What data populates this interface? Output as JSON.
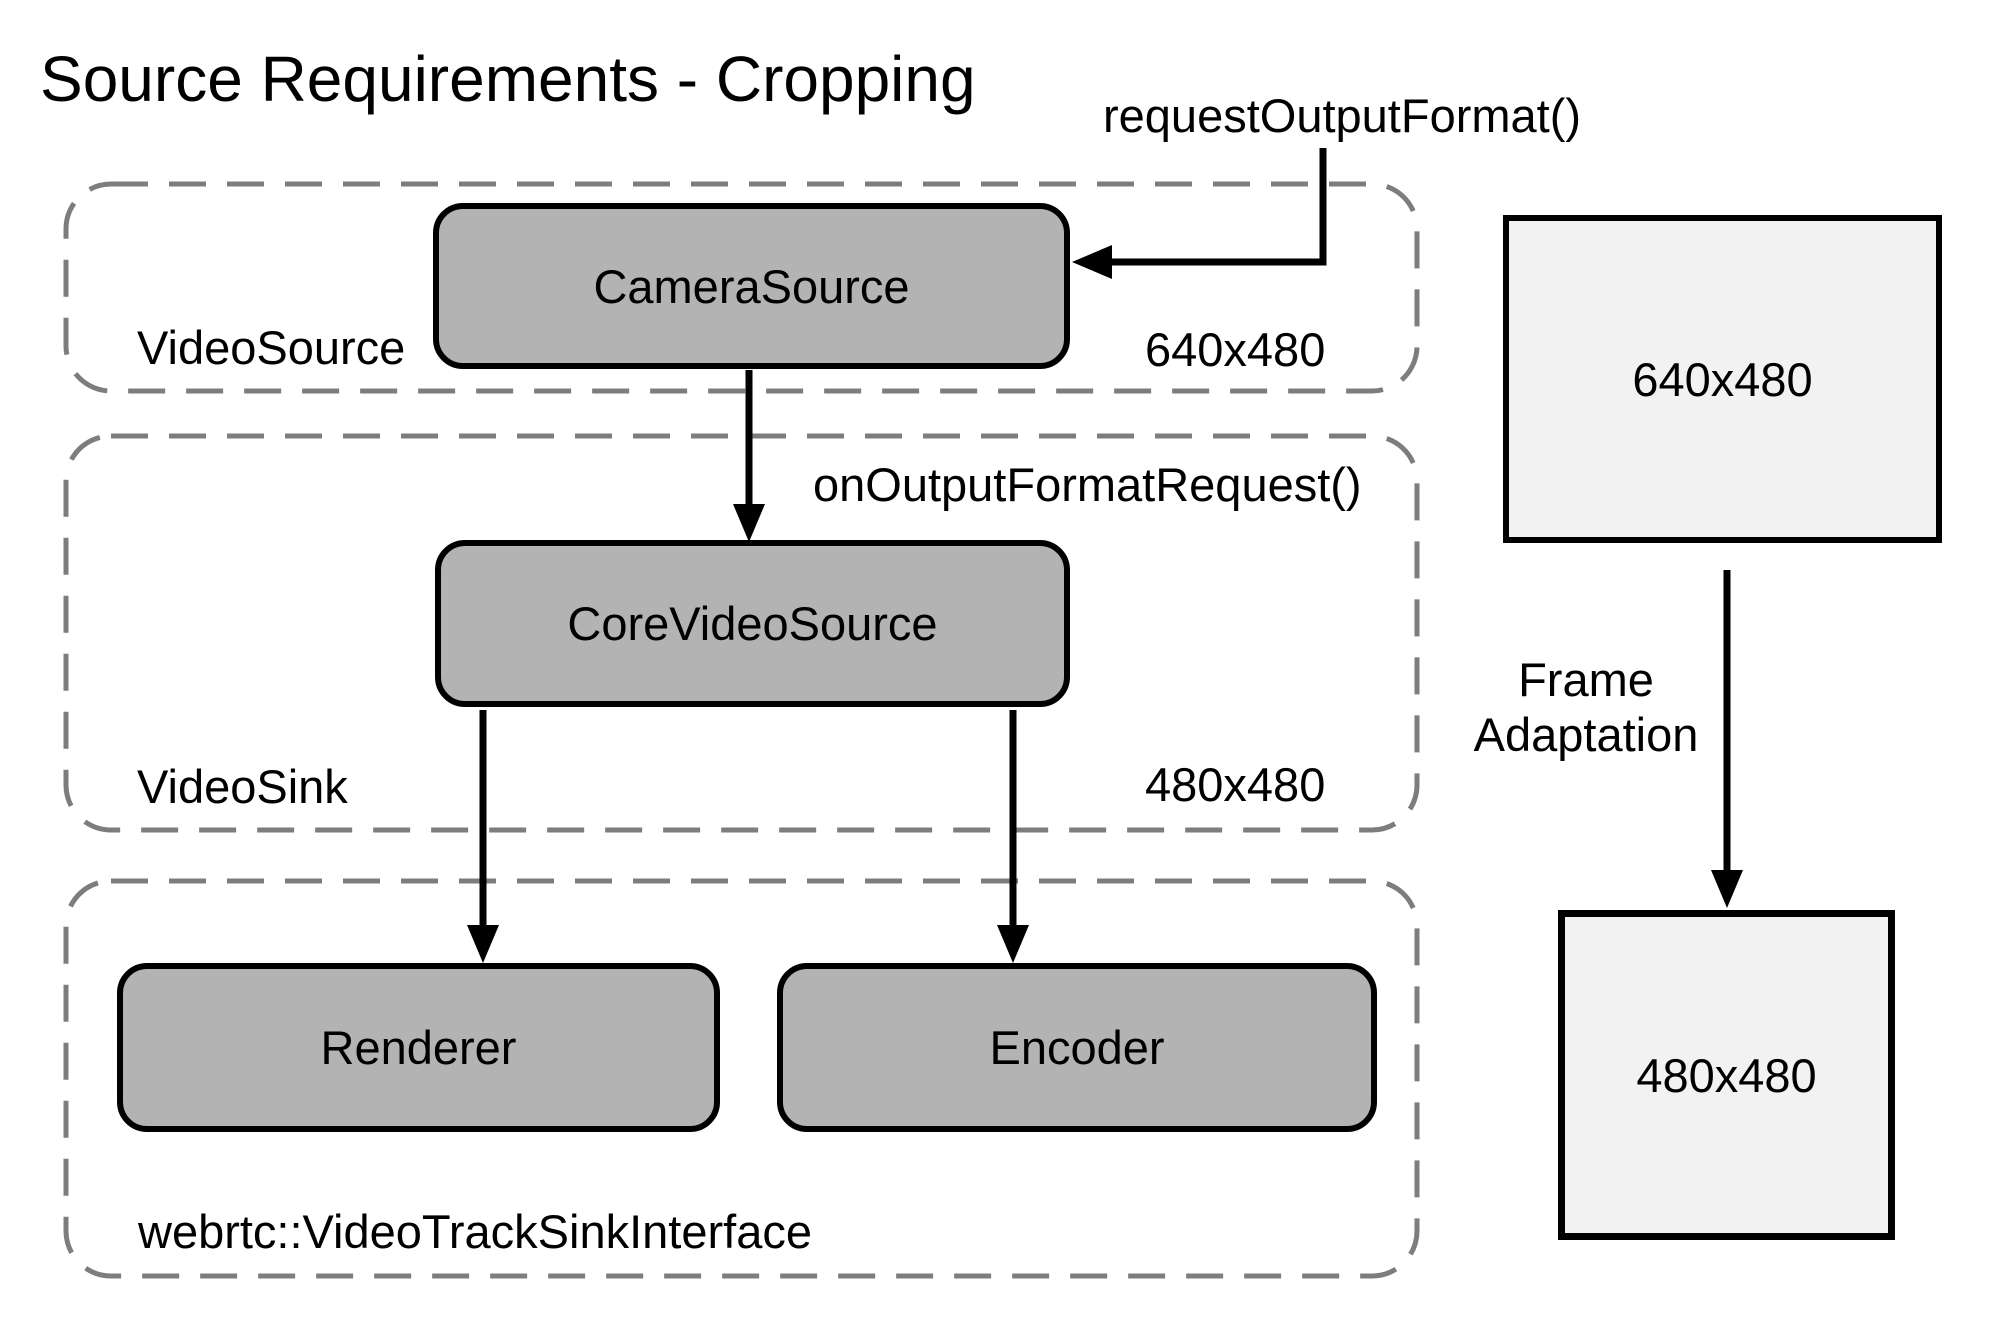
{
  "title": "Source Requirements - Cropping",
  "labels": {
    "request_output_format": "requestOutputFormat()",
    "on_output_format_request": "onOutputFormatRequest()"
  },
  "groups": [
    {
      "name": "VideoSource",
      "resolution": "640x480"
    },
    {
      "name": "VideoSink",
      "resolution": "480x480"
    },
    {
      "name": "webrtc::VideoTrackSinkInterface",
      "resolution": ""
    }
  ],
  "nodes": [
    {
      "label": "CameraSource"
    },
    {
      "label": "CoreVideoSource"
    },
    {
      "label": "Renderer"
    },
    {
      "label": "Encoder"
    }
  ],
  "adaptation": {
    "source_frame": "640x480",
    "label_line1": "Frame",
    "label_line2": "Adaptation",
    "target_frame": "480x480"
  },
  "colors": {
    "node_fill": "#b3b3b3",
    "frame_fill": "#f2f2f2",
    "dashed_border": "#7d7d7d",
    "stroke": "#000000",
    "background": "#ffffff"
  }
}
